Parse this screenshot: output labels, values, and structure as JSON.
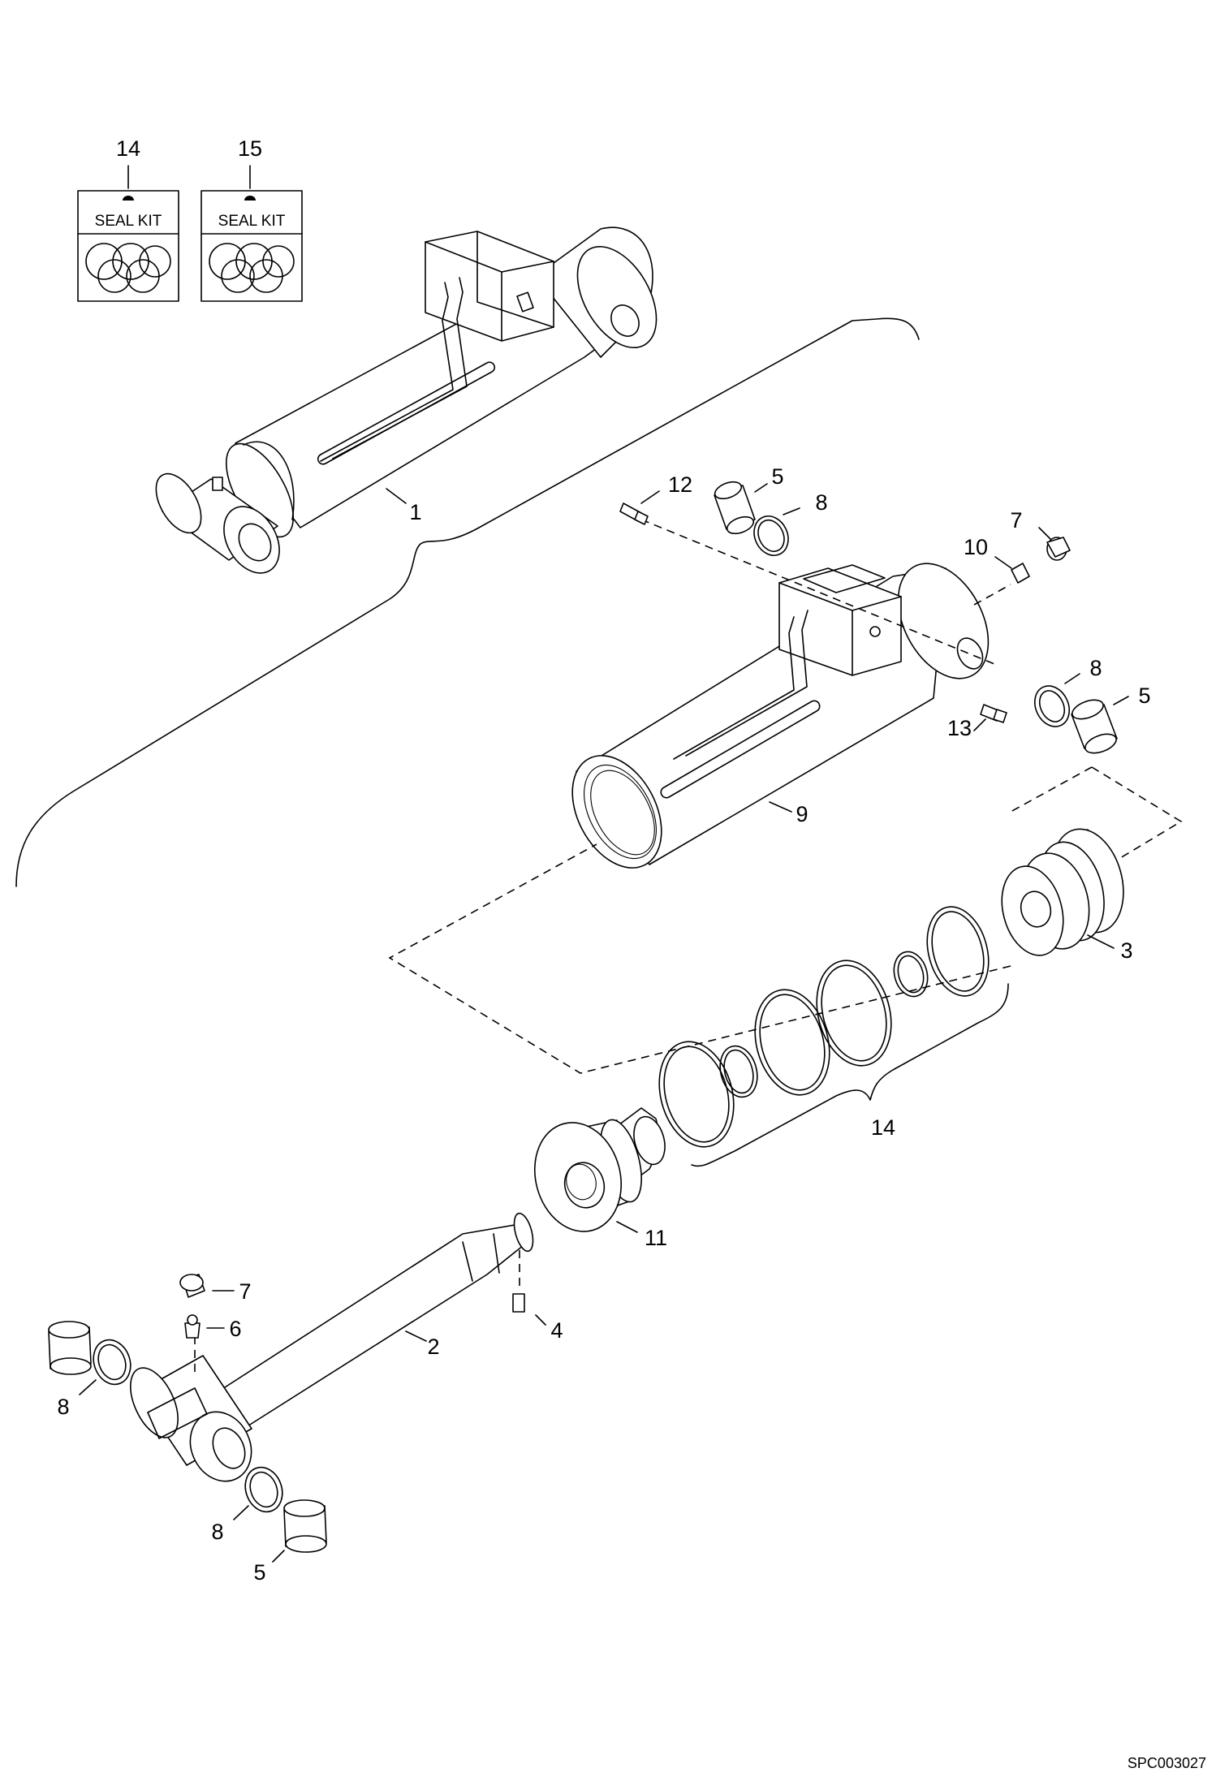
{
  "seal_kits": [
    {
      "number": "14",
      "label": "SEAL KIT"
    },
    {
      "number": "15",
      "label": "SEAL KIT"
    }
  ],
  "callouts": {
    "assembly": "1",
    "rod": "2",
    "piston": "3",
    "screw": "4",
    "bushing_a": "5",
    "bushing_b": "5",
    "bushing_c": "5",
    "nipple": "6",
    "cap_top": "7",
    "cap_rod": "7",
    "ring_a": "8",
    "ring_b": "8",
    "ring_c": "8",
    "ring_d": "8",
    "tube": "9",
    "fitting_10": "10",
    "head": "11",
    "fitting_12": "12",
    "fitting_13": "13",
    "seal_group": "14"
  },
  "drawing_code": "SPC003027"
}
